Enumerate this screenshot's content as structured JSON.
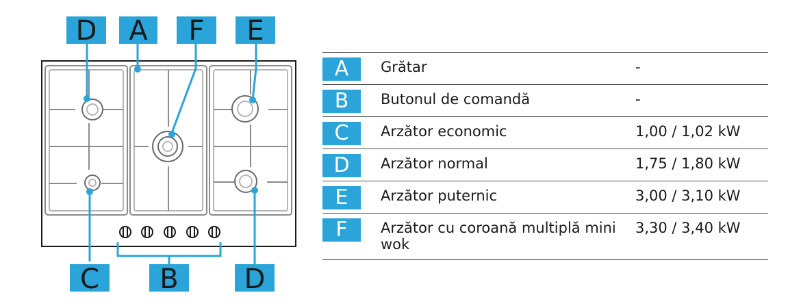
{
  "accent_color": "#2aa4d9",
  "callouts": {
    "top": [
      "D",
      "A",
      "F",
      "E"
    ],
    "bottom": [
      "C",
      "B",
      "D"
    ]
  },
  "legend": [
    {
      "letter": "A",
      "name": "Grătar",
      "power": "-"
    },
    {
      "letter": "B",
      "name": "Butonul de comandă",
      "power": "-"
    },
    {
      "letter": "C",
      "name": "Arzător economic",
      "power": "1,00 / 1,02 kW"
    },
    {
      "letter": "D",
      "name": "Arzător normal",
      "power": "1,75 / 1,80 kW"
    },
    {
      "letter": "E",
      "name": "Arzător puternic",
      "power": "3,00 / 3,10 kW"
    },
    {
      "letter": "F",
      "name": "Arzător cu coroană multiplă mini wok",
      "power": "3,30 / 3,40 kW"
    }
  ],
  "icons": [
    "hob-diagram",
    "burner-icon",
    "control-knob-icon"
  ]
}
